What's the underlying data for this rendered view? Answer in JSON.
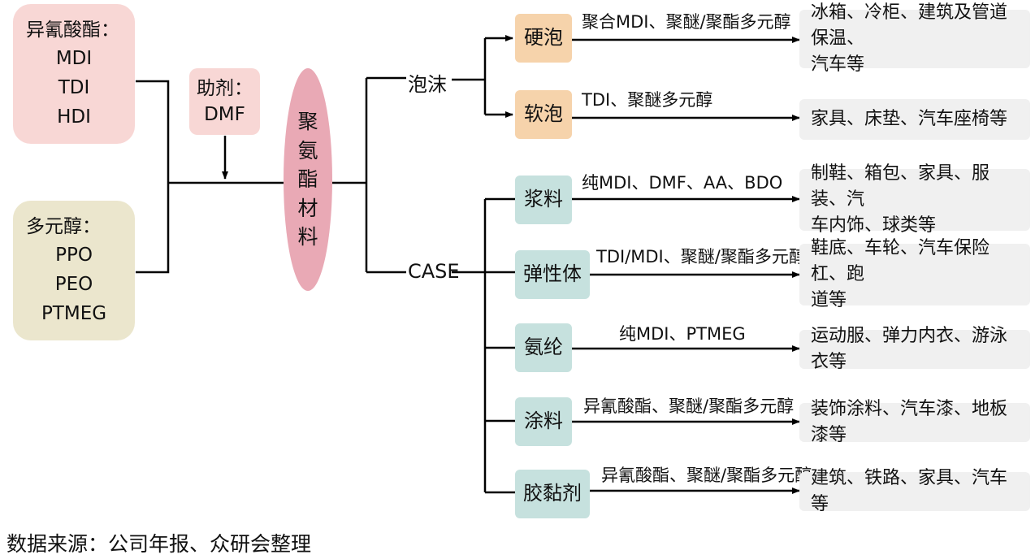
{
  "inputs": {
    "isocyanate": {
      "title": "异氰酸酯：",
      "items": [
        "MDI",
        "TDI",
        "HDI"
      ]
    },
    "polyol": {
      "title": "多元醇：",
      "items": [
        "PPO",
        "PEO",
        "PTMEG"
      ]
    },
    "additive": {
      "title": "助剂：",
      "item": "DMF"
    }
  },
  "center": {
    "chars": [
      "聚",
      "氨",
      "酯",
      "材",
      "料"
    ]
  },
  "categories": {
    "foam": "泡沫",
    "case": "CASE"
  },
  "products": [
    {
      "name": "硬泡",
      "materials": "聚合MDI、聚醚/聚酯多元醇",
      "uses": [
        "冰箱、冷柜、建筑及管道保温、",
        "汽车等"
      ]
    },
    {
      "name": "软泡",
      "materials": "TDI、聚醚多元醇",
      "uses": [
        "家具、床垫、汽车座椅等"
      ]
    },
    {
      "name": "浆料",
      "materials": "纯MDI、DMF、AA、BDO",
      "uses": [
        "制鞋、箱包、家具、服装、汽",
        "车内饰、球类等"
      ]
    },
    {
      "name": "弹性体",
      "materials": "TDI/MDI、聚醚/聚酯多元醇",
      "uses": [
        "鞋底、车轮、汽车保险杠、跑",
        "道等"
      ]
    },
    {
      "name": "氨纶",
      "materials": "纯MDI、PTMEG",
      "uses": [
        "运动服、弹力内衣、游泳衣等"
      ]
    },
    {
      "name": "涂料",
      "materials": "异氰酸酯、聚醚/聚酯多元醇",
      "uses": [
        "装饰涂料、汽车漆、地板漆等"
      ]
    },
    {
      "name": "胶黏剂",
      "materials": "异氰酸酯、聚醚/聚酯多元醇",
      "uses": [
        "建筑、铁路、家具、汽车等"
      ]
    }
  ],
  "source": "数据来源：公司年报、众研会整理"
}
